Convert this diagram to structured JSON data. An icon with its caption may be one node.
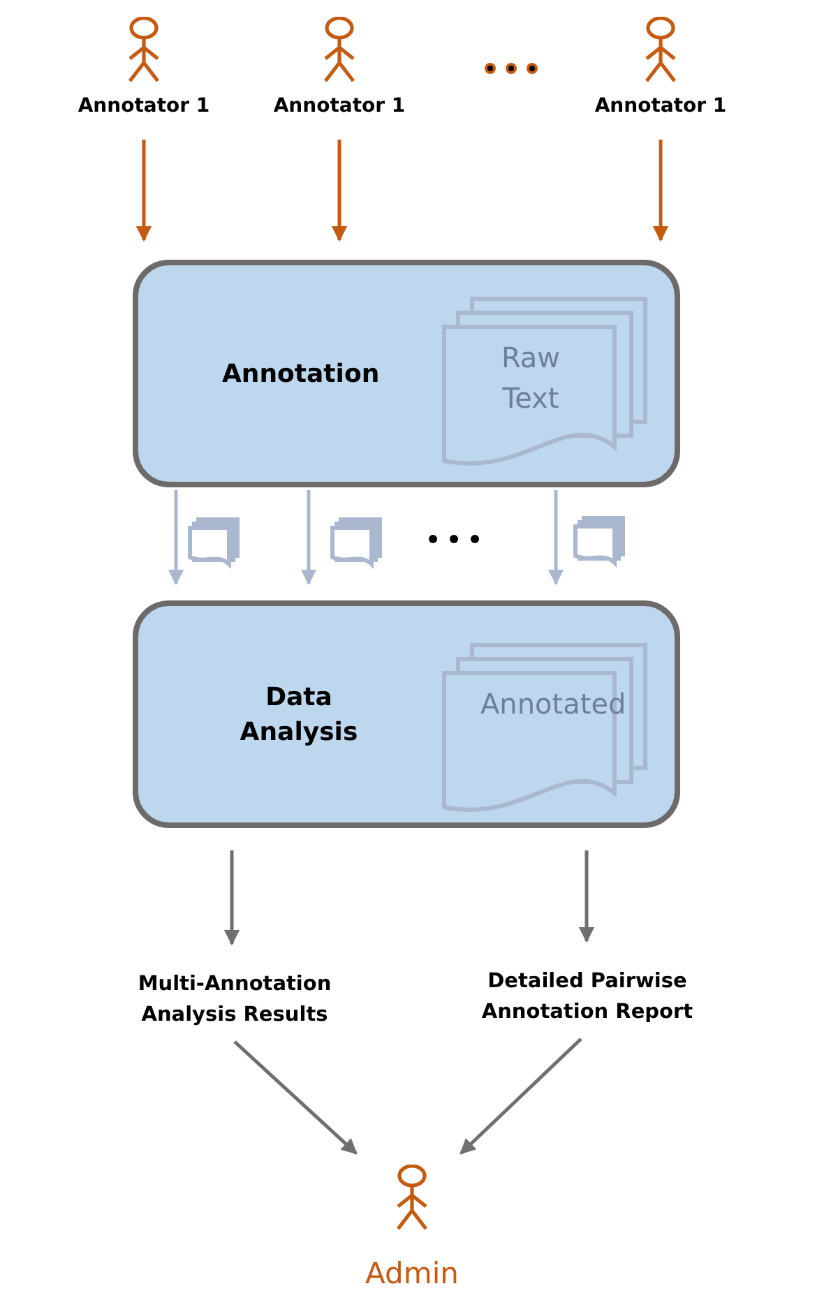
{
  "diagram": {
    "nodes": [
      {
        "text": [
          "Annotator 1"
        ]
      },
      {
        "text": [
          "Annotator 1"
        ]
      },
      {
        "text": [
          "Annotator 1"
        ]
      },
      {
        "text": [
          "Annotation"
        ]
      },
      {
        "text": [
          "Raw Text"
        ],
        "in": 3
      },
      {
        "text": [
          "Data Analysis"
        ]
      },
      {
        "text": [
          "Annotated"
        ],
        "in": 5
      },
      {
        "text": [
          "Multi-Annotation Analysis Results"
        ]
      },
      {
        "text": [
          "Detailed Pairwise Annotation Report"
        ]
      },
      {
        "text": [
          "Admin"
        ]
      }
    ],
    "edges": [
      {
        "from": 0,
        "to": 3,
        "arrow": "to",
        "color": "#c55a11"
      },
      {
        "from": 1,
        "to": 3,
        "arrow": "to",
        "color": "#c55a11"
      },
      {
        "from": 2,
        "to": 3,
        "arrow": "to",
        "color": "#c55a11"
      },
      {
        "from": 3,
        "to": 5,
        "arrow": "to",
        "color": "#a9b8cf"
      },
      {
        "from": 3,
        "to": 5,
        "arrow": "to",
        "color": "#a9b8cf"
      },
      {
        "from": 3,
        "to": 5,
        "arrow": "to",
        "color": "#a9b8cf"
      },
      {
        "from": 5,
        "to": 7,
        "arrow": "to"
      },
      {
        "from": 5,
        "to": 8,
        "arrow": "to"
      },
      {
        "from": 7,
        "to": 9,
        "arrow": "to"
      },
      {
        "from": 8,
        "to": 9,
        "arrow": "to"
      }
    ]
  }
}
